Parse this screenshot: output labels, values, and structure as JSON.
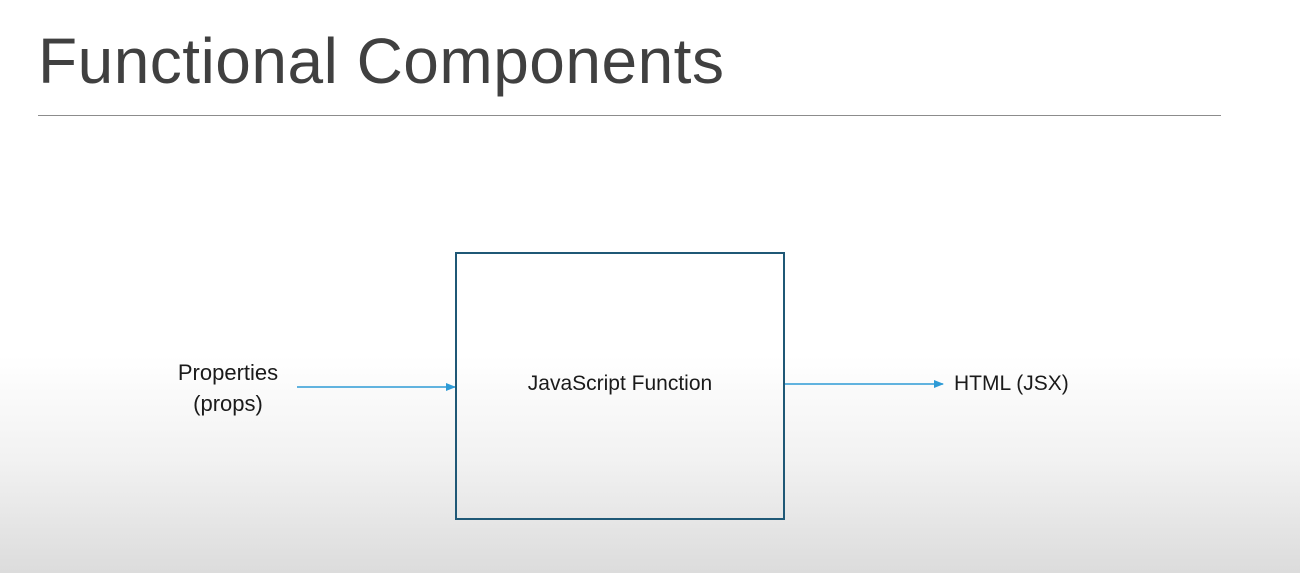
{
  "slide": {
    "title": "Functional Components"
  },
  "diagram": {
    "input_line1": "Properties",
    "input_line2": "(props)",
    "process_label": "JavaScript Function",
    "output_label": "HTML (JSX)",
    "colors": {
      "arrow": "#2e9bd6",
      "box_border": "#1f5876",
      "title_text": "#404040",
      "rule": "#8c8c8c"
    }
  }
}
